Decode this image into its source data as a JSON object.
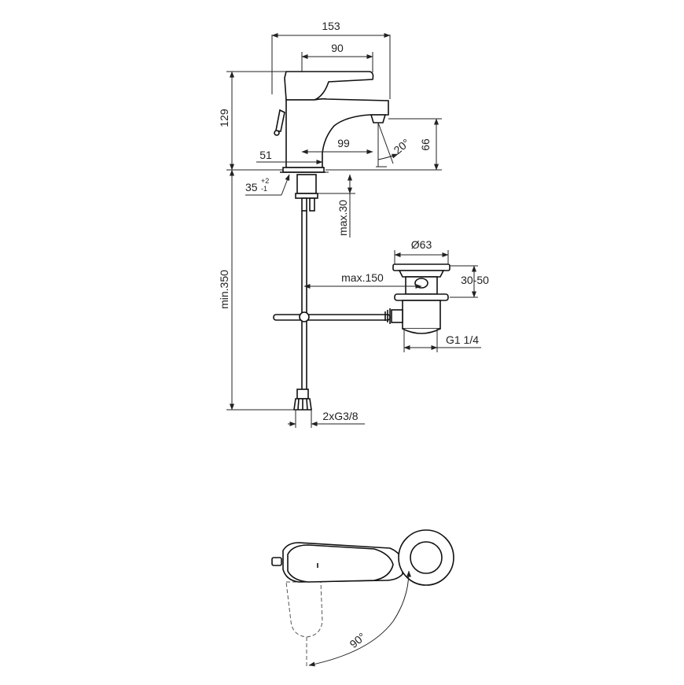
{
  "dimensions": {
    "width_total": "153",
    "handle_length": "90",
    "height": "129",
    "spout_offset": "51",
    "spout_reach": "99",
    "spout_angle": "20°",
    "spout_height": "66",
    "hole_diameter": "35",
    "hole_tol_plus": "+2",
    "hole_tol_minus": "-1",
    "deck_thickness": "max.30",
    "waste_diameter": "Ø63",
    "waste_range": "30-50",
    "pop_rod": "max.150",
    "waste_thread": "G1 1/4",
    "hose_length": "min.350",
    "hose_thread": "2xG3/8",
    "rotation_angle": "90°"
  }
}
